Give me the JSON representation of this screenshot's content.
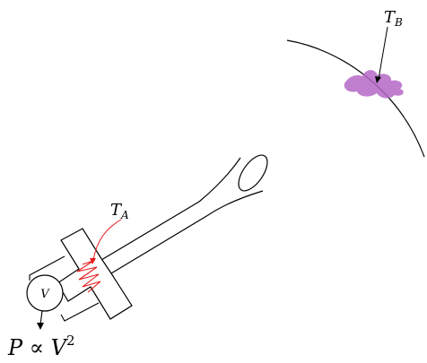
{
  "labels": {
    "tb_main": "T",
    "tb_sub": "B",
    "ta_main": "T",
    "ta_sub": "A",
    "voltmeter": "V",
    "power_formula": "P ∝ V",
    "power_exp": "2"
  },
  "colors": {
    "ink": "#000000",
    "heater": "#e41a1c",
    "hotspot": "#b567c7"
  }
}
